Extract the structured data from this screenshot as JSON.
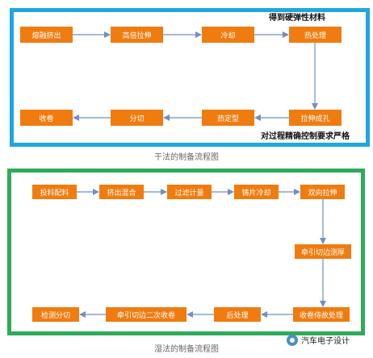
{
  "dry": {
    "note_top": "得到硬弹性材料",
    "note_bottom": "对过程精确控制要求严格",
    "caption": "干法的制备流程图",
    "steps": [
      "熔融挤出",
      "高倍拉伸",
      "冷却",
      "热处理",
      "拉伸成孔",
      "热定型",
      "分切",
      "收卷"
    ]
  },
  "wet": {
    "caption": "湿法的制备流程图",
    "steps": [
      "投料配料",
      "挤出混合",
      "过滤计量",
      "铸片冷却",
      "双向拉伸",
      "牵引切边测厚",
      "收卷侍故处理",
      "后处理",
      "牵引切边二次收卷",
      "检测分切"
    ]
  },
  "watermark": {
    "text": "汽车电子设计",
    "icon": "wechat-icon"
  },
  "colors": {
    "step_fill": "#f07c0f",
    "dry_border": "#1da7e0",
    "wet_border": "#2eab5a",
    "arrow": "#6f8fc6"
  }
}
